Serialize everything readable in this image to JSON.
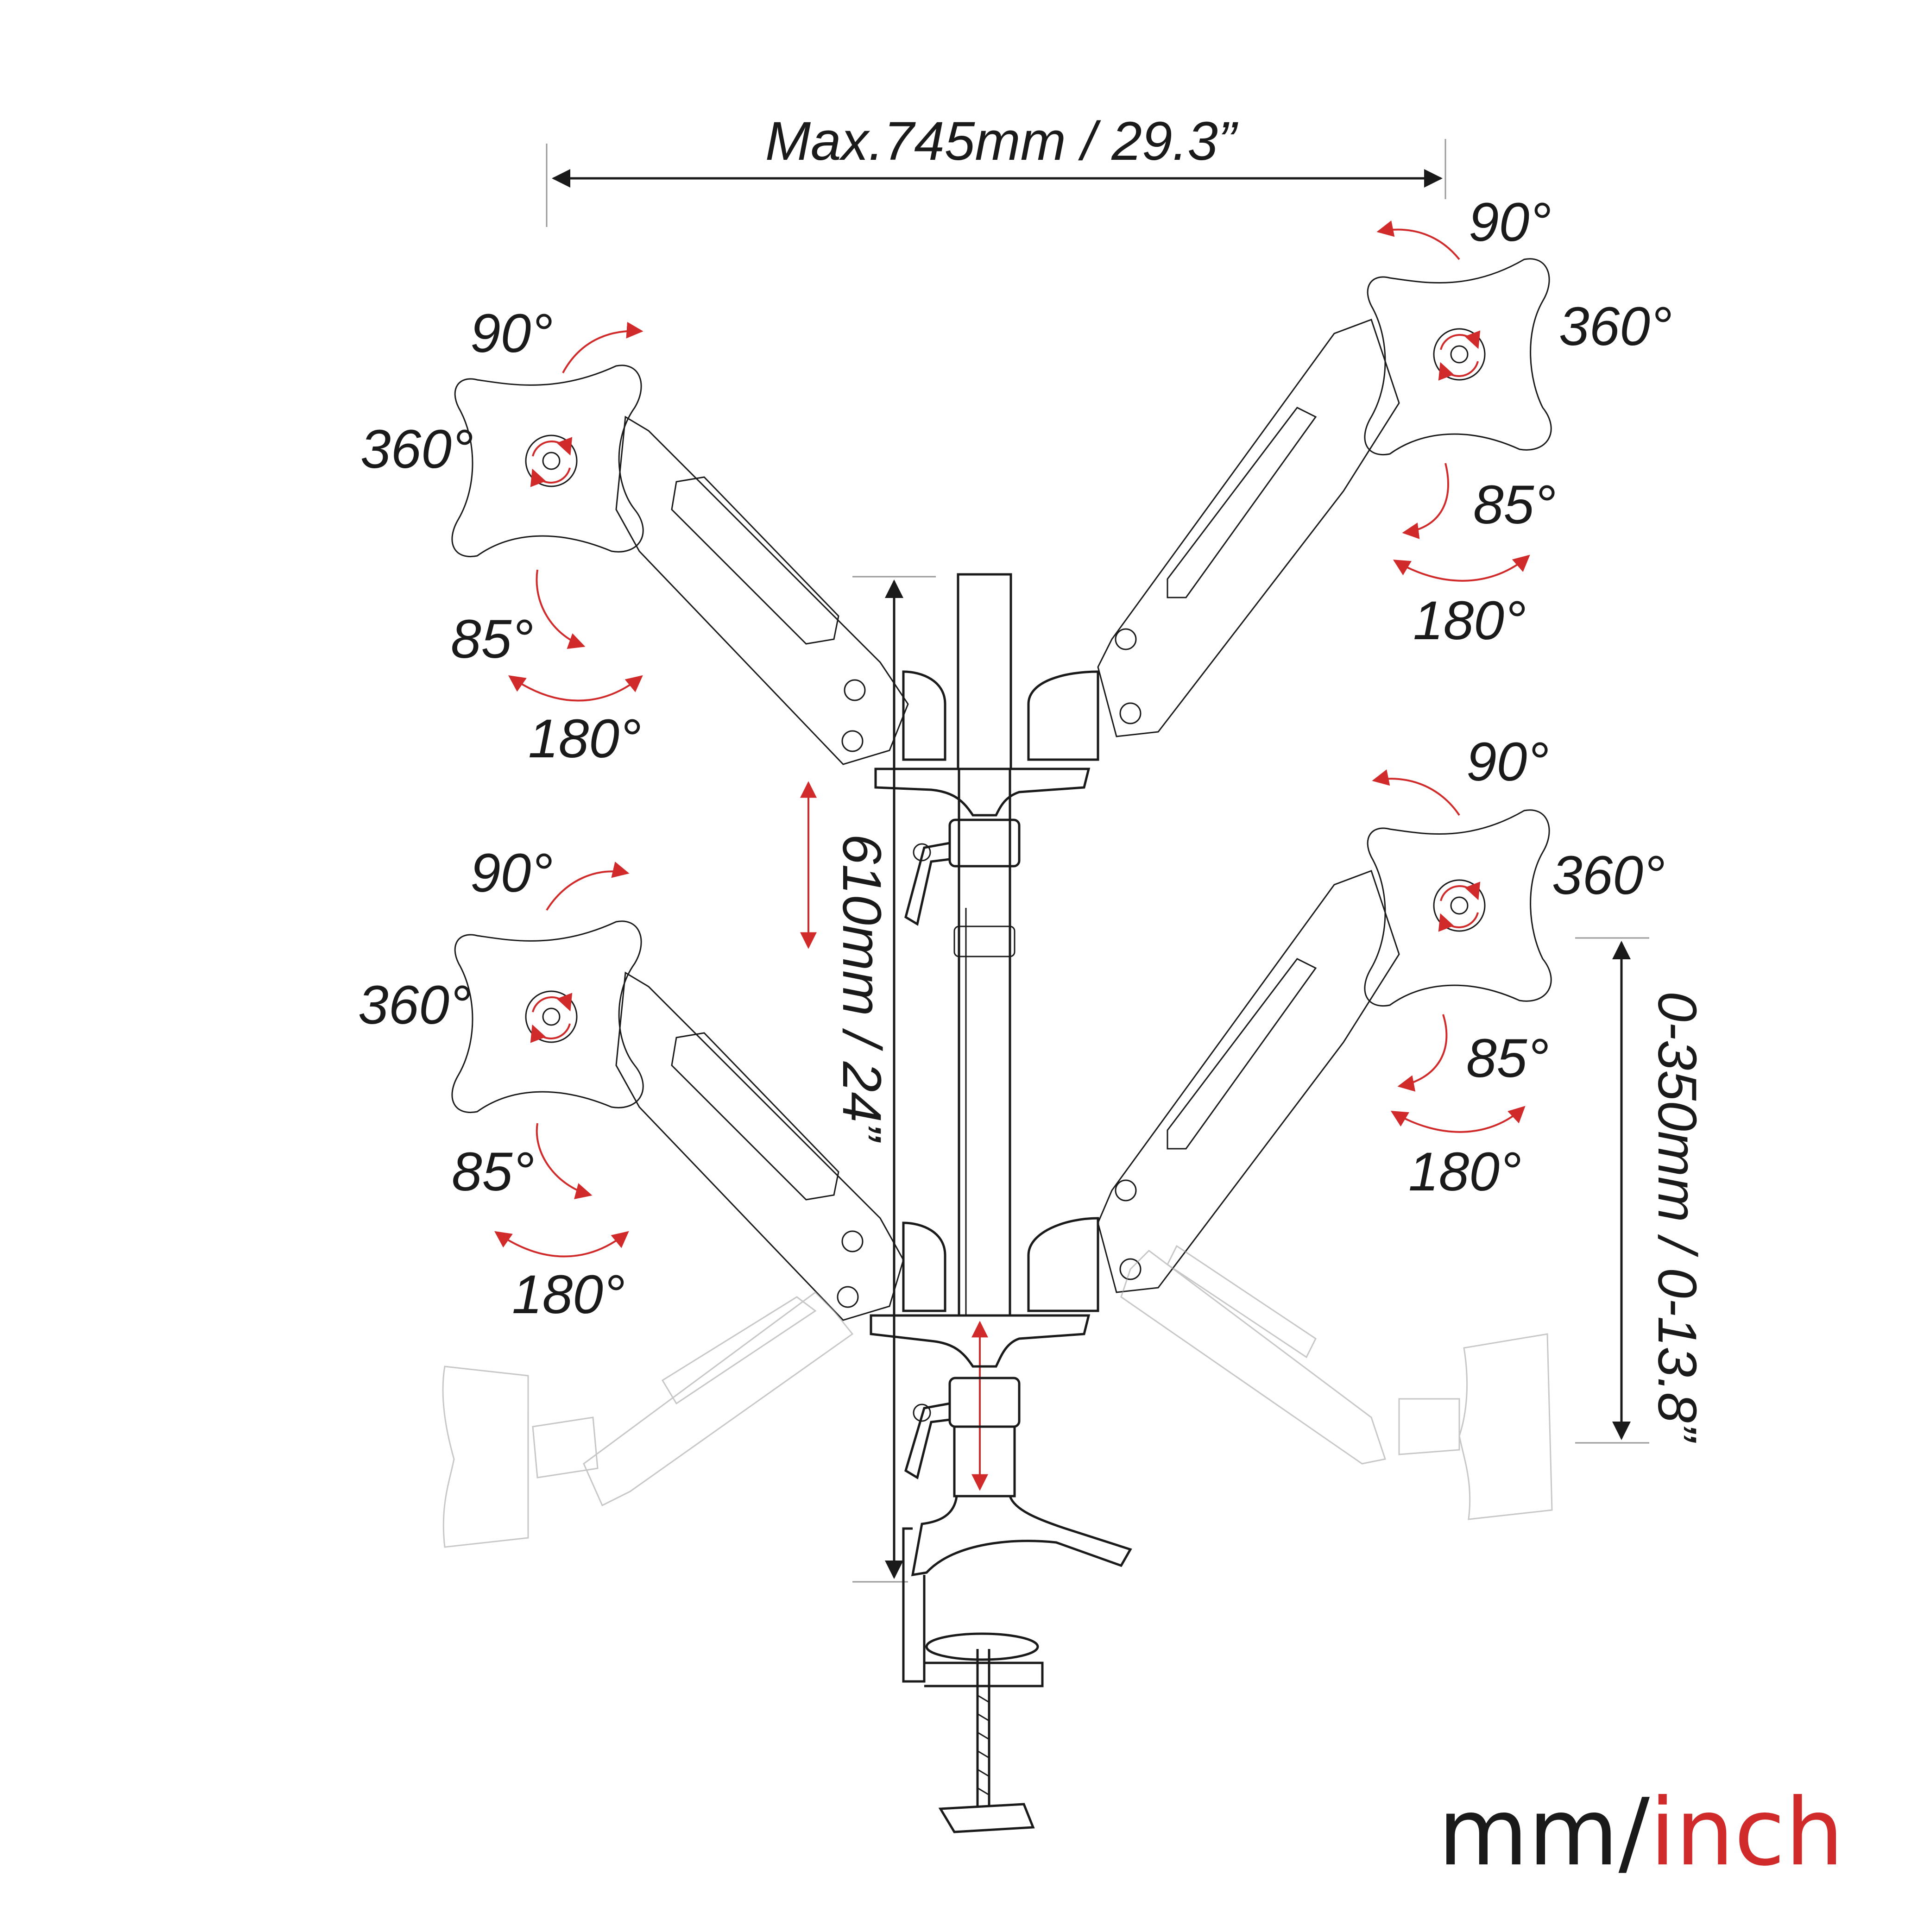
{
  "colors": {
    "line": "#1a1a1a",
    "accent": "#d02a2a",
    "faint": "#9a9a9a",
    "background": "#ffffff"
  },
  "dimensions": {
    "width": "Max.745mm / 29.3”",
    "pole_height": "610mm / 24”",
    "arm_height": "0-350mm / 0-13.8”"
  },
  "units": {
    "primary": "mm/",
    "secondary": "inch"
  },
  "arms": {
    "upper_left": {
      "tilt_up": "90°",
      "rotate": "360°",
      "tilt_down": "85°",
      "swivel": "180°"
    },
    "upper_right": {
      "tilt_up": "90°",
      "rotate": "360°",
      "tilt_down": "85°",
      "swivel": "180°"
    },
    "lower_left": {
      "tilt_up": "90°",
      "rotate": "360°",
      "tilt_down": "85°",
      "swivel": "180°"
    },
    "lower_right": {
      "tilt_up": "90°",
      "rotate": "360°",
      "tilt_down": "85°",
      "swivel": "180°"
    }
  }
}
